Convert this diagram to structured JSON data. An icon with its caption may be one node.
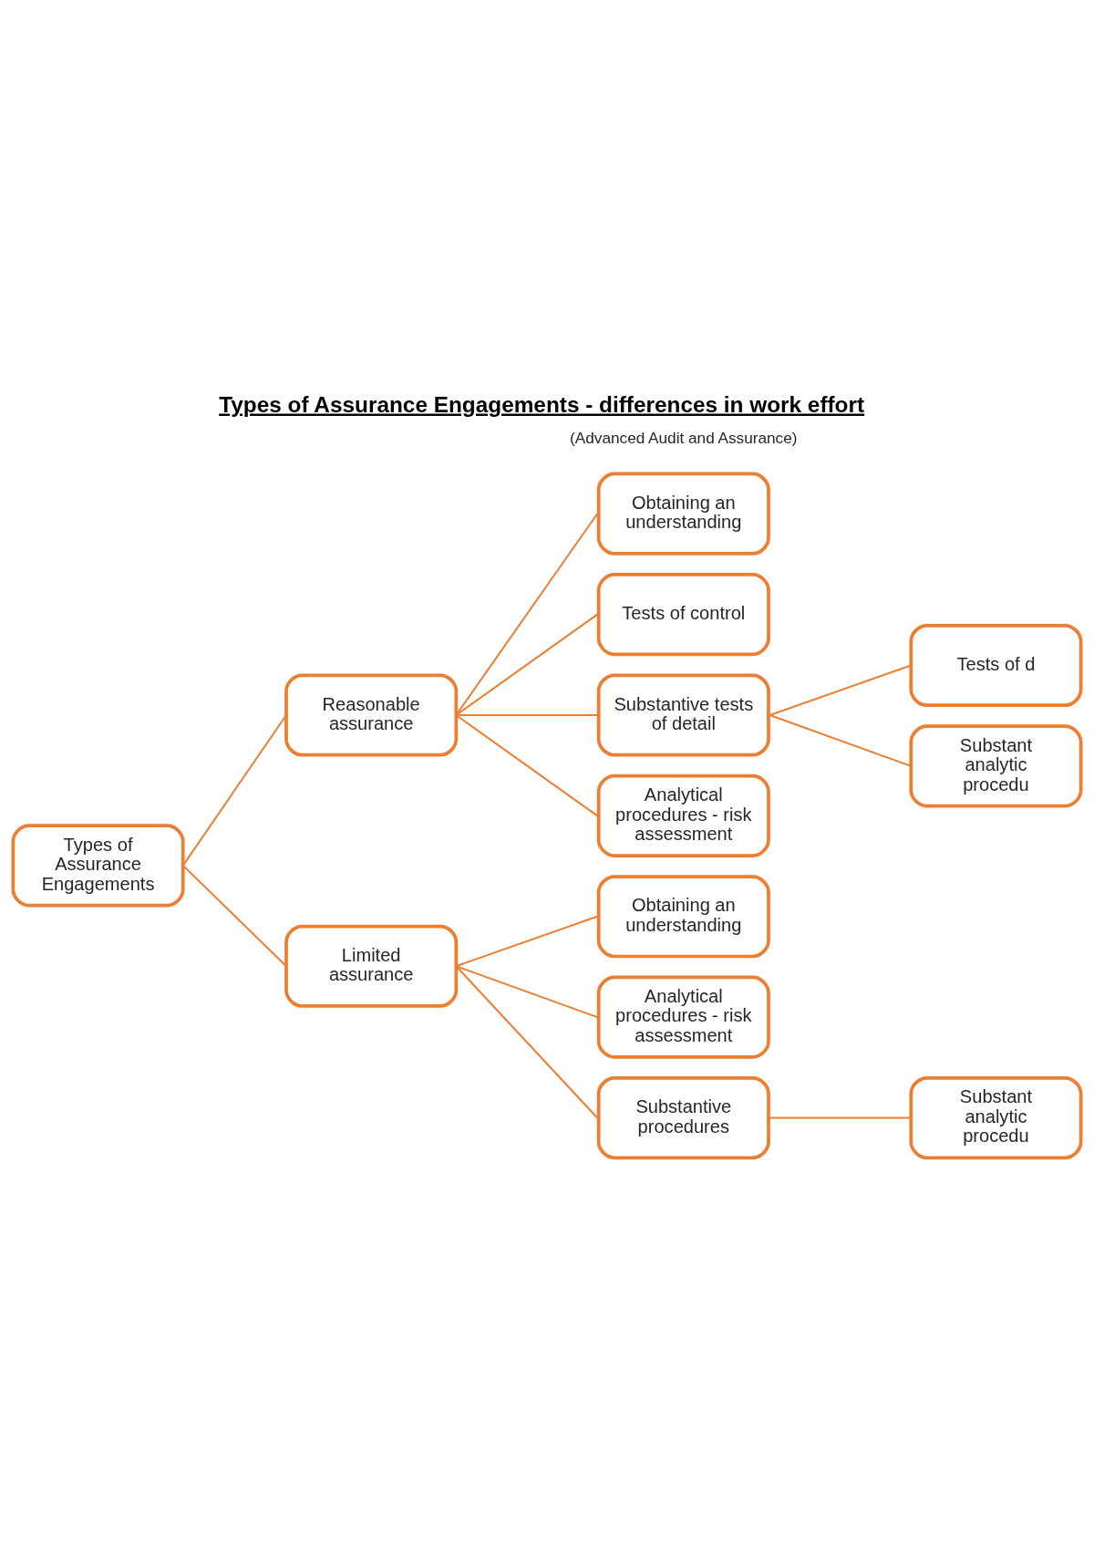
{
  "diagram": {
    "title": "Types of Assurance Engagements - differences in work effort",
    "nodes": [
      {
        "text": [
          "Types of Assurance Engagements"
        ]
      },
      {
        "text": [
          "Reasonable assurance"
        ]
      },
      {
        "text": [
          "Obtaining an understanding"
        ]
      },
      {
        "text": [
          "Tests of control"
        ]
      },
      {
        "text": [
          "Substantive tests of detail"
        ]
      },
      {
        "text": [
          "Tests of d"
        ]
      },
      {
        "text": [
          "Substant analytic procedu"
        ]
      },
      {
        "text": [
          "Analytical procedures - risk assessment"
        ]
      },
      {
        "text": [
          "Limited assurance"
        ]
      },
      {
        "text": [
          "Obtaining an understanding"
        ]
      },
      {
        "text": [
          "Analytical procedures - risk assessment"
        ]
      },
      {
        "text": [
          "Substantive procedures"
        ]
      },
      {
        "text": [
          "Substant analytic procedu"
        ]
      }
    ],
    "edges": [
      {
        "from": 0,
        "to": 1,
        "arrow": "none"
      },
      {
        "from": 0,
        "to": 8,
        "arrow": "none"
      },
      {
        "from": 1,
        "to": 2,
        "arrow": "none"
      },
      {
        "from": 1,
        "to": 3,
        "arrow": "none"
      },
      {
        "from": 1,
        "to": 4,
        "arrow": "none"
      },
      {
        "from": 1,
        "to": 7,
        "arrow": "none"
      },
      {
        "from": 4,
        "to": 5,
        "arrow": "none"
      },
      {
        "from": 4,
        "to": 6,
        "arrow": "none"
      },
      {
        "from": 8,
        "to": 9,
        "arrow": "none"
      },
      {
        "from": 8,
        "to": 10,
        "arrow": "none"
      },
      {
        "from": 8,
        "to": 11,
        "arrow": "none"
      },
      {
        "from": 11,
        "to": 12,
        "arrow": "none"
      }
    ],
    "labels": [
      "(Advanced Audit and Assurance)"
    ]
  }
}
